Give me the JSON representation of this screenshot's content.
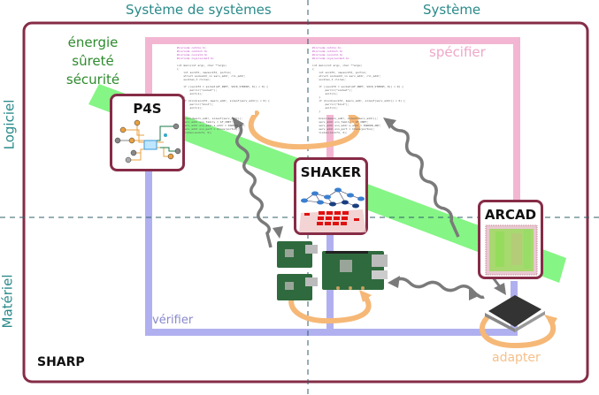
{
  "columns": {
    "left": "Système de systèmes",
    "right": "Système"
  },
  "rows": {
    "top": "Logiciel",
    "bottom": "Matériel"
  },
  "qualities": [
    "énergie",
    "sûreté",
    "sécurité"
  ],
  "activities": {
    "specify": "spécifier",
    "verify": "vérifier",
    "adapt": "adapter"
  },
  "projects": [
    {
      "name": "P4S",
      "image": "network-diagram"
    },
    {
      "name": "SHAKER",
      "image": "graph-heatmap"
    },
    {
      "name": "ARCAD",
      "image": "chip-layout"
    }
  ],
  "platform": "SHARP",
  "hardware": [
    "raspberry-pi-boards",
    "microcontroller-chip"
  ],
  "colors": {
    "frame": "#862c47",
    "teal": "#2a8a8a",
    "green_band": "#7ef47e",
    "pink": "#f3b6d2",
    "blue": "#b0b0f0",
    "orange": "#f6b877",
    "grey_arrow": "#7a7a7a"
  }
}
